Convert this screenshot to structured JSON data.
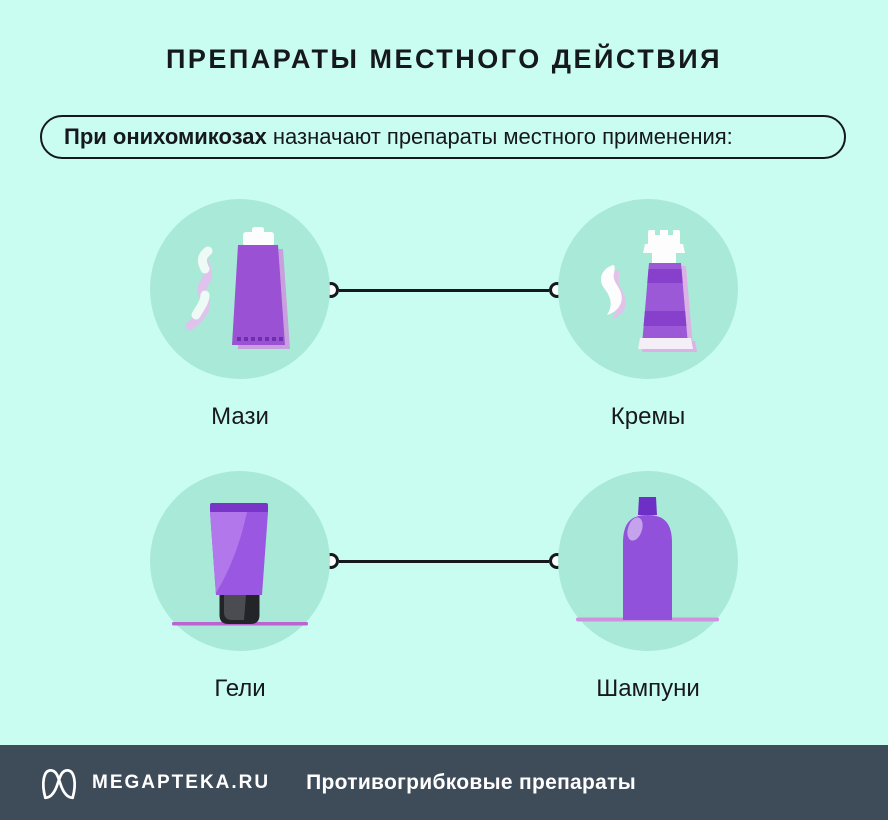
{
  "title": "ПРЕПАРАТЫ МЕСТНОГО ДЕЙСТВИЯ",
  "banner": {
    "bold": "При онихомикозах",
    "rest": " назначают препараты местного применения:"
  },
  "items": [
    {
      "label": "Мази",
      "icon": "ointment-tube-icon"
    },
    {
      "label": "Кремы",
      "icon": "cream-tube-icon"
    },
    {
      "label": "Гели",
      "icon": "gel-tube-icon"
    },
    {
      "label": "Шампуни",
      "icon": "shampoo-bottle-icon"
    }
  ],
  "footer": {
    "brand": "MEGAPTEKA.RU",
    "subtitle": "Противогрибковые препараты"
  },
  "colors": {
    "background": "#cafdf2",
    "circle": "#a9e9d8",
    "ink": "#15181c",
    "purple_main": "#9b52d6",
    "purple_dark": "#7935c8",
    "purple_light": "#b277ea",
    "pink_shadow": "#d3a8e2",
    "footer_bar": "#3e4b59",
    "white": "#ffffff"
  }
}
